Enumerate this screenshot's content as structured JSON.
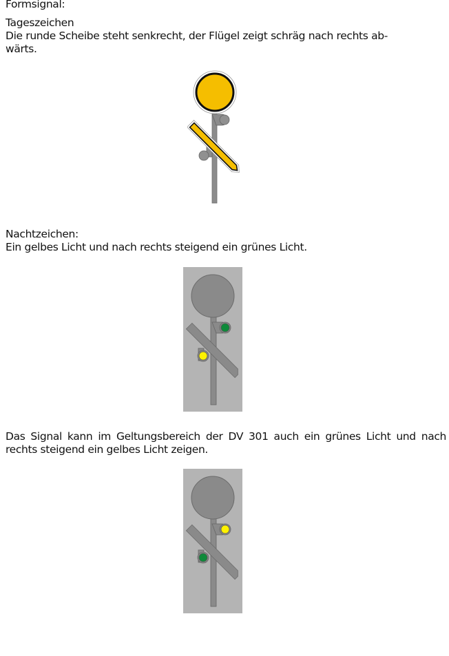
{
  "document": {
    "heading": "Formsignal:",
    "day": {
      "title": "Tageszeichen",
      "text": "Die runde Scheibe steht senkrecht, der Flügel zeigt schräg nach rechts ab-wärts."
    },
    "night": {
      "title": "Nachtzeichen:",
      "text": "Ein gelbes Licht und nach rechts steigend ein grünes Licht."
    },
    "dv301": {
      "text": "Das Signal kann im Geltungsbereich der DV 301 auch ein grünes Licht und nach rechts steigend ein gelbes Licht zeigen."
    }
  },
  "figures": [
    {
      "name": "day-signal",
      "disc_color": "#F5BE00",
      "wing_color": "#F5BE00",
      "mast_color": "#8C8C8C"
    },
    {
      "name": "night-signal-yellow-green",
      "upper_light": "#0E8A3A",
      "lower_light": "#FFF200",
      "background": "#B4B4B4"
    },
    {
      "name": "night-signal-green-yellow",
      "upper_light": "#FFF200",
      "lower_light": "#0E8A3A",
      "background": "#B4B4B4"
    }
  ]
}
